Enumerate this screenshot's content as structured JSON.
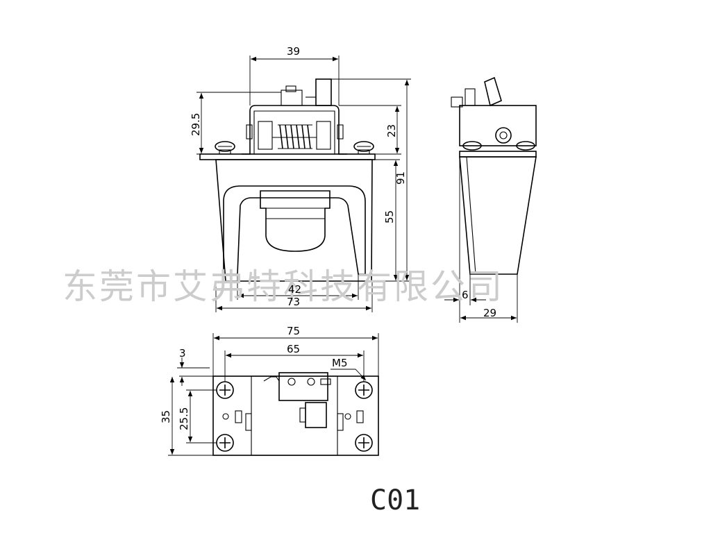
{
  "dimensions": {
    "front_top_width": "39",
    "front_left_height": "29.5",
    "front_right_upper": "23",
    "front_total_height": "91",
    "front_body_height": "55",
    "front_inner_width": "42",
    "front_total_width": "73",
    "side_offset": "6",
    "side_width": "29",
    "bottom_total_width": "75",
    "bottom_hole_spacing": "65",
    "bottom_thread": "M5",
    "bottom_offset": "3",
    "bottom_height": "35",
    "bottom_hole_height": "25.5"
  },
  "watermark": "东莞市艾弗特科技有限公司",
  "model": "C01",
  "colors": {
    "line": "#000000",
    "watermark": "#cccccc",
    "background": "#ffffff"
  }
}
